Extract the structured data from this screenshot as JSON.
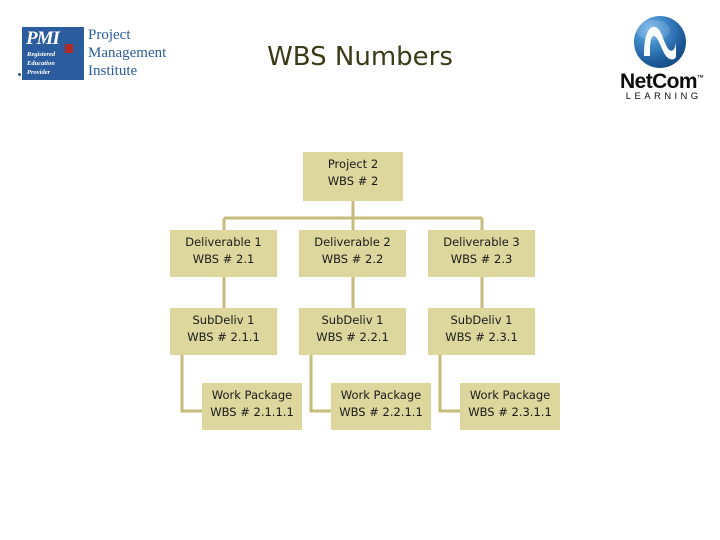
{
  "slide": {
    "title": "WBS Numbers",
    "background": "#ffffff",
    "title_color": "#3b3b18"
  },
  "logos": {
    "pmi": {
      "name": "pmi-logo",
      "mark_text": "PMI",
      "credential_lines": [
        "Registered",
        "Education",
        "Provider"
      ],
      "wordmark_lines": [
        "Project",
        "Management",
        "Institute"
      ],
      "box_color": "#2b5d9e",
      "accent_color": "#b02a2a",
      "text_color": "#2b5d9e"
    },
    "netcom": {
      "name": "netcom-logo",
      "wordmark": "NetCom",
      "trademark": "™",
      "tagline": "LEARNING",
      "sphere_color": "#1d5b9b",
      "text_color": "#0d0d0d"
    }
  },
  "chart_data": {
    "type": "diagram",
    "title": "WBS Numbers",
    "node_fill": "#ddd69d",
    "connector_color": "#c6bd7b",
    "node_text_color": "#1a1a1a",
    "levels": [
      {
        "level": 1,
        "nodes": [
          {
            "id": "project-2",
            "label": "Project 2",
            "wbs": "WBS # 2"
          }
        ]
      },
      {
        "level": 2,
        "nodes": [
          {
            "id": "deliverable-1",
            "label": "Deliverable 1",
            "wbs": "WBS # 2.1"
          },
          {
            "id": "deliverable-2",
            "label": "Deliverable 2",
            "wbs": "WBS # 2.2"
          },
          {
            "id": "deliverable-3",
            "label": "Deliverable 3",
            "wbs": "WBS # 2.3"
          }
        ]
      },
      {
        "level": 3,
        "nodes": [
          {
            "id": "subdeliv-1",
            "label": "SubDeliv 1",
            "wbs": "WBS # 2.1.1"
          },
          {
            "id": "subdeliv-2",
            "label": "SubDeliv 1",
            "wbs": "WBS # 2.2.1"
          },
          {
            "id": "subdeliv-3",
            "label": "SubDeliv 1",
            "wbs": "WBS # 2.3.1"
          }
        ]
      },
      {
        "level": 4,
        "nodes": [
          {
            "id": "workpackage-1",
            "label": "Work Package",
            "wbs": "WBS # 2.1.1.1"
          },
          {
            "id": "workpackage-2",
            "label": "Work Package",
            "wbs": "WBS # 2.2.1.1"
          },
          {
            "id": "workpackage-3",
            "label": "Work Package",
            "wbs": "WBS # 2.3.1.1"
          }
        ]
      }
    ]
  }
}
